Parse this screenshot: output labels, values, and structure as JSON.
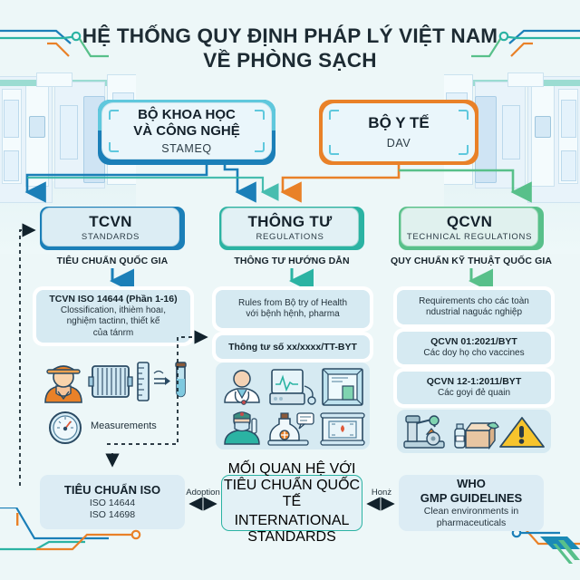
{
  "title": {
    "line1": "HỆ THỐNG QUY ĐỊNH PHÁP LÝ VIỆT NAM",
    "line2": "VỀ PHÒNG SẠCH"
  },
  "colors": {
    "background": "#edf7f8",
    "blue": "#1b7fb8",
    "teal": "#2bb3a3",
    "cyan": "#5fc8dd",
    "orange": "#e98128",
    "green": "#58c08a",
    "card": "#d6eaf2",
    "text_dark": "#14212b"
  },
  "ministries": [
    {
      "name": "ministry-science-technology",
      "title_line1": "BỘ KHOA HỌC",
      "title_line2": "VÀ CÔNG NGHỆ",
      "subtitle": "STAMEQ",
      "accent": "#1b7fb8",
      "top_accent": "#5fc8dd"
    },
    {
      "name": "ministry-health",
      "title_line1": "BỘ Y TẾ",
      "title_line2": "",
      "subtitle": "DAV",
      "accent": "#e98128",
      "top_accent": "#e98128"
    }
  ],
  "categories": [
    {
      "name": "category-tcvn",
      "code": "TCVN",
      "code_sub": "STANDARDS",
      "label": "TIÊU CHUẨN QUỐC GIA",
      "accent": "#1b7fb8"
    },
    {
      "name": "category-thong-tu",
      "code": "THÔNG TƯ",
      "code_sub": "REGULATIONS",
      "label": "THÔNG TƯ HƯỚNG DẪN",
      "accent": "#2bb3a3"
    },
    {
      "name": "category-qcvn",
      "code": "QCVN",
      "code_sub": "TECHNICAL REGULATIONS",
      "label": "QUY CHUẨN KỸ THUẬT QUỐC GIA",
      "accent": "#58c08a"
    }
  ],
  "tcvn_details": [
    {
      "bold": "TCVN ISO 14644 (Phần 1-16)",
      "text_line1": "Clossification, ithièm hoaı,",
      "text_line2": "nghiệm tactinn, thiết kế",
      "text_line3": "của tánrm"
    }
  ],
  "thongtu_details": [
    {
      "bold": "",
      "text_line1": "Rules from Bộ try of Health",
      "text_line2": "với bệnh hệnh, pharma",
      "text_line3": ""
    },
    {
      "bold": "Thông tư số xx/xxxx/TT-BYT",
      "text_line1": "",
      "text_line2": "",
      "text_line3": ""
    }
  ],
  "qcvn_details": [
    {
      "bold": "",
      "text_line1": "Requirements cho các toàn",
      "text_line2": "ndustrial nagʋác nghiệp",
      "text_line3": ""
    },
    {
      "bold": "QCVN 01:2021/BYT",
      "text_line1": "Các doy họ cho vaccines",
      "text_line2": "",
      "text_line3": ""
    },
    {
      "bold": "QCVN 12-1:2011/BYT",
      "text_line1": "Các goyi đẻ quain",
      "text_line2": "",
      "text_line3": ""
    }
  ],
  "left_icons": {
    "items": [
      "worker-hardhat-icon",
      "hepa-filter-icon",
      "ruler-icon",
      "test-tube-icon"
    ],
    "gauge_icon": "gauge-icon",
    "measurements_label": "Measurements"
  },
  "middle_icons": {
    "items": [
      "doctor-icon",
      "monitor-ecg-icon",
      "cleanroom-chamber-icon",
      "nurse-mask-icon",
      "medicine-bottle-icon",
      "blueprint-icon"
    ]
  },
  "right_icons": {
    "items": [
      "robotic-arm-icon",
      "packaging-boxes-icon",
      "warning-triangle-icon"
    ]
  },
  "bottom": [
    {
      "name": "bottom-iso",
      "title": "TIÊU CHUẨN ISO",
      "sub_line1": "ISO 14644",
      "sub_line2": "ISO 14698",
      "caption_line1": "",
      "caption_line2": ""
    },
    {
      "name": "bottom-international",
      "title_line1": "MỐI QUAN HỆ VỚI",
      "title_line2": "TIÊU CHUẨN QUỐC TẾ",
      "caption_line1": "INTERNATIONAL",
      "caption_line2": "STANDARDS"
    },
    {
      "name": "bottom-who",
      "title_line1": "WHO",
      "title_line2": "GMP GUIDELINES",
      "sub_line1": "Clean environments in",
      "sub_line2": "pharmaceuticals"
    }
  ],
  "edge_labels": {
    "adoption": "Adoption",
    "honz": "Honż"
  }
}
